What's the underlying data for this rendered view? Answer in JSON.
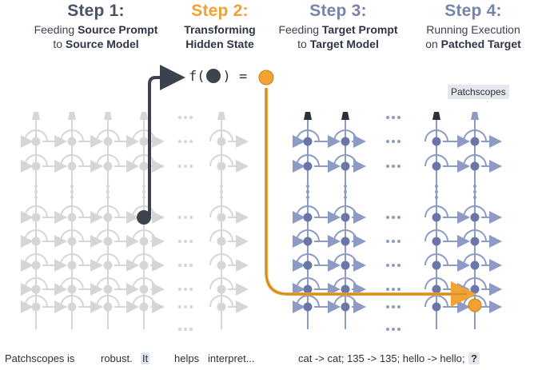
{
  "steps": [
    {
      "title": "Step 1:",
      "line1_pre": "Feeding ",
      "line1_bold": "Source Prompt",
      "line2_pre": "to ",
      "line2_bold": "Source Model"
    },
    {
      "title": "Step 2:",
      "line1_pre": "",
      "line1_bold": "Transforming",
      "line2_pre": "",
      "line2_bold": "Hidden State"
    },
    {
      "title": "Step 3:",
      "line1_pre": "Feeding ",
      "line1_bold": "Target Prompt",
      "line2_pre": "to ",
      "line2_bold": "Target Model"
    },
    {
      "title": "Step 4:",
      "line1_pre": "Running Execution",
      "line1_bold": "",
      "line2_pre": "on ",
      "line2_bold": "Patched Target"
    }
  ],
  "function": {
    "prefix": "f(",
    "suffix": ")  ="
  },
  "brand_label": "Patchscopes",
  "source_tokens": [
    "Patchscopes",
    "is",
    "robust.",
    "It",
    "helps",
    "interpret..."
  ],
  "target_tokens": [
    "cat -> cat; 135 -> 135; hello -> hello;",
    "?"
  ],
  "ellipsis": "•••",
  "colors": {
    "source_grid": "#d6d6d6",
    "target_grid": "#8c9ac4",
    "target_node": "#6b76a8",
    "dark_node": "#3d4450",
    "accent_orange": "#f0a233",
    "dark_arrow": "#3a4250"
  }
}
